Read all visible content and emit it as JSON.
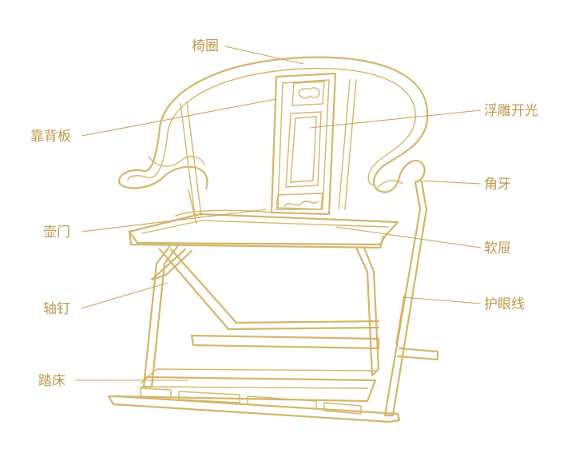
{
  "colors": {
    "line": "#d4b66a",
    "label": "#bf9a4e",
    "background": "#ffffff"
  },
  "labels": {
    "armrest_hoop": "椅圈",
    "back_splat": "靠背板",
    "relief_carving": "浮雕开光",
    "corner_spandrel": "角牙",
    "front_apron": "壶门",
    "soft_seat": "软屉",
    "pivot_nail": "轴钉",
    "eye_guard_line": "护眼线",
    "footrest": "踏床"
  }
}
